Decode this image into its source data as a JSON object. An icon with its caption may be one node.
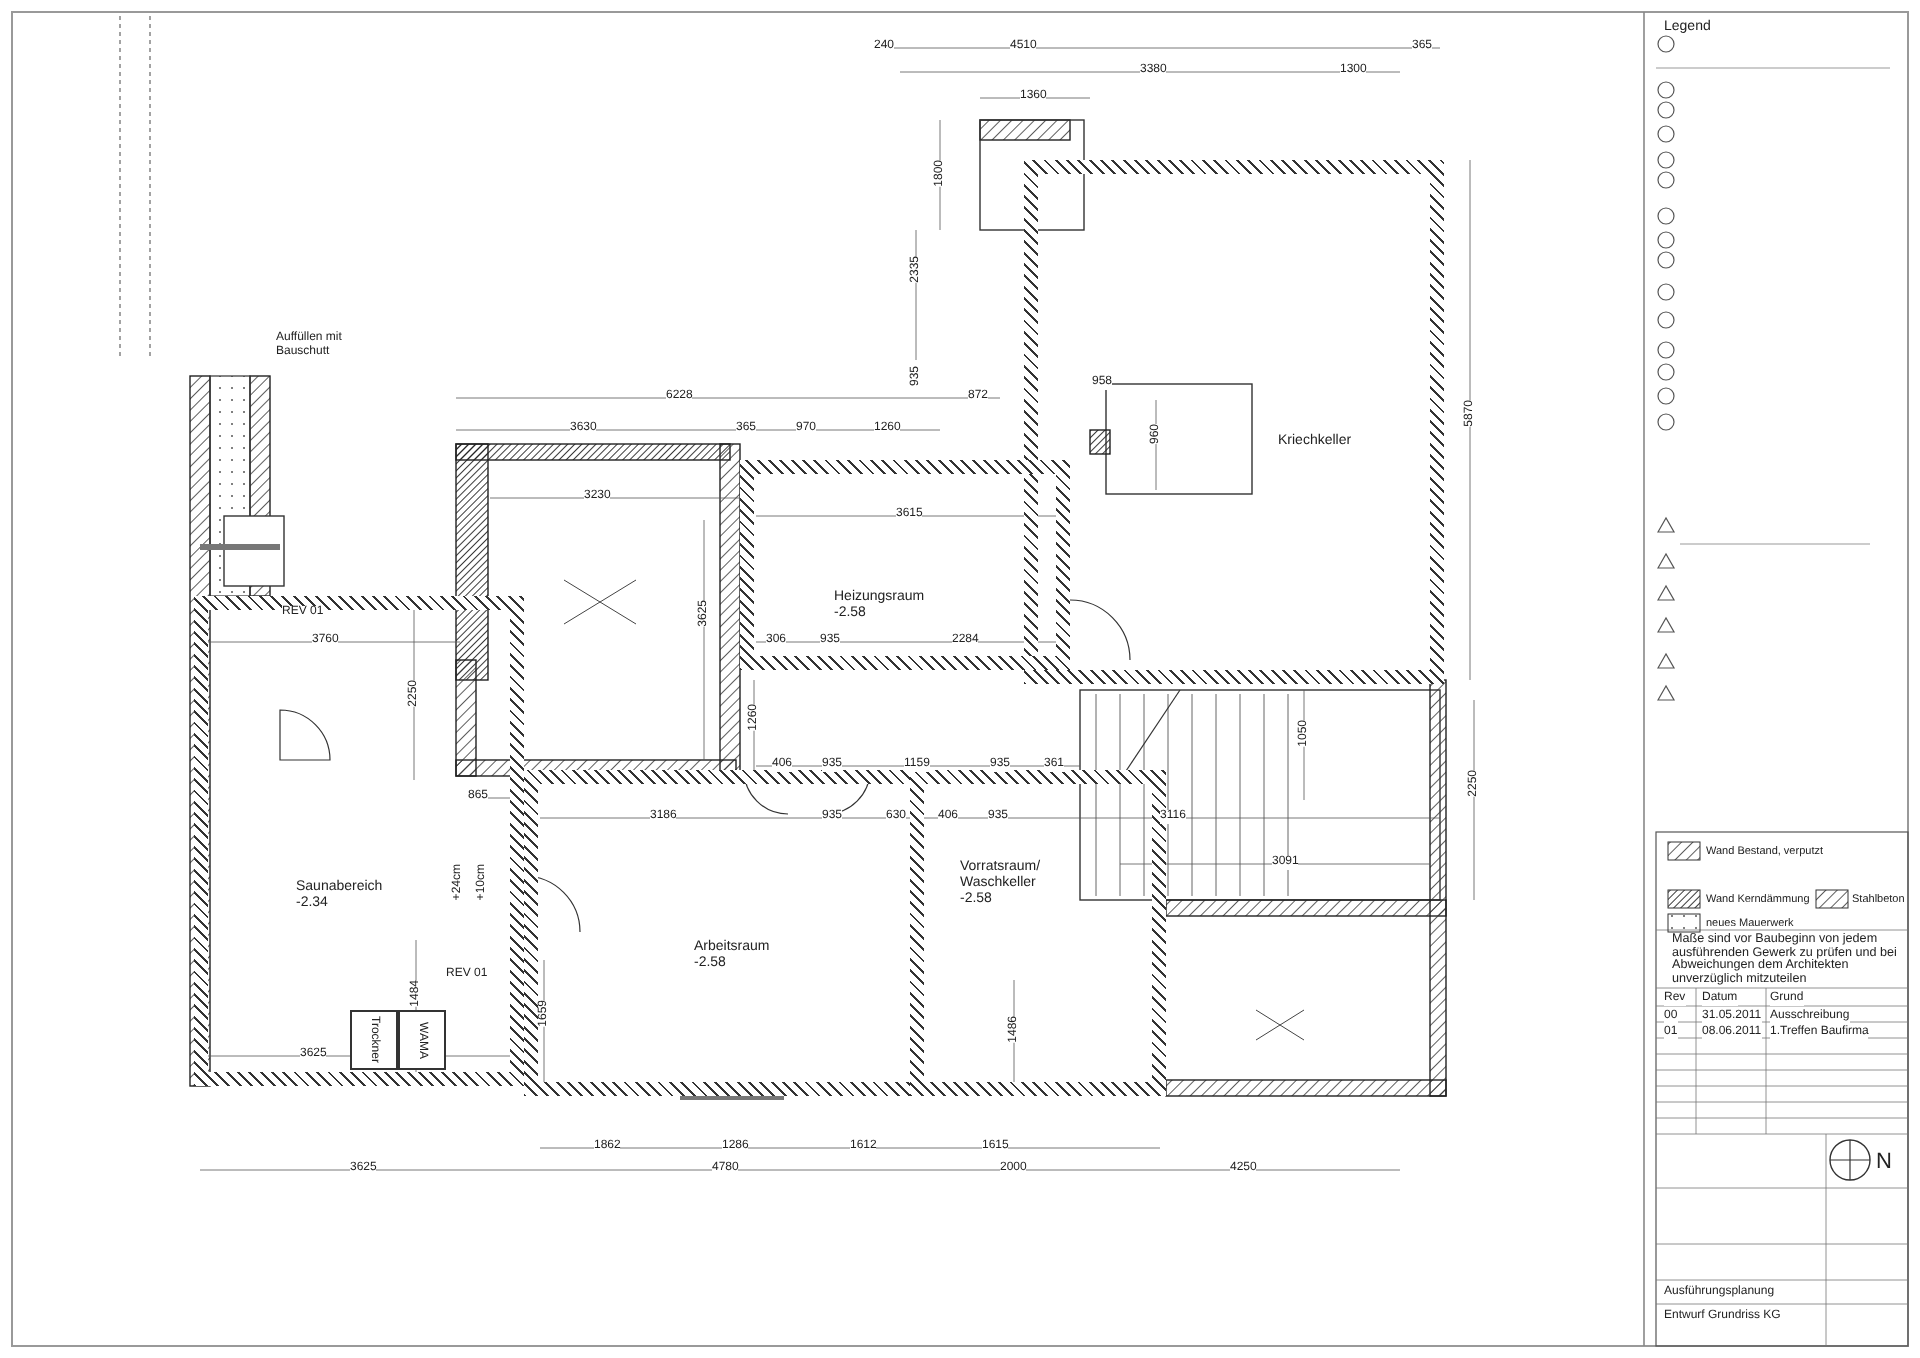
{
  "diagram": {
    "nodes": [
      {
        "text": [
          "Saunabereich",
          "-2.34"
        ]
      },
      {
        "text": [
          "Kriechkeller"
        ]
      },
      {
        "text": [
          "Heizungsraum",
          "-2.58"
        ]
      },
      {
        "text": [
          "Arbeitsraum",
          "-2.58"
        ]
      },
      {
        "text": [
          "Vorratsraum/ Waschkeller",
          "-2.58"
        ]
      },
      {
        "text": [
          "Trockner"
        ],
        "in": 0
      },
      {
        "text": [
          "WAMA"
        ],
        "in": 0
      }
    ],
    "edges": [],
    "labels": [
      "Legend",
      "240",
      "4510",
      "365",
      "3380",
      "1300",
      "1360",
      "1800",
      "2335",
      "Auffüllen mit Bauschutt",
      "6228",
      "935",
      "872",
      "958",
      "3630",
      "365",
      "970",
      "1260",
      "3230",
      "960",
      "3615",
      "3625",
      "3760",
      "306",
      "935",
      "2284",
      "2250",
      "1260",
      "1050",
      "406",
      "935",
      "1159",
      "935",
      "361",
      "865",
      "3186",
      "935",
      "630",
      "406",
      "935",
      "3116",
      "3091",
      "+24cm",
      "+10cm",
      "REV 01",
      "REV 01",
      "1484",
      "1659",
      "1486",
      "3625",
      "1862",
      "1286",
      "1612",
      "1615",
      "3625",
      "4780",
      "2000",
      "4250",
      "5870",
      "2250",
      "Maße sind vor Baubeginn von jedem ausführenden Gewerk zu prüfen und bei Abweichungen dem Architekten unverzüglich mitzuteilen",
      "Rev",
      "Datum",
      "Grund",
      "00",
      "31.05.2011",
      "Ausschreibung",
      "01",
      "08.06.2011",
      "1.Treffen Baufirma",
      "N",
      "Ausführungsplanung",
      "Entwurf Grundriss KG"
    ],
    "legend": [
      {
        "text": "Wand Bestand, verputzt"
      },
      {
        "text": "Wand Kerndämmung"
      },
      {
        "text": "neues Mauerwerk"
      },
      {
        "text": "Stahlbeton"
      }
    ]
  }
}
